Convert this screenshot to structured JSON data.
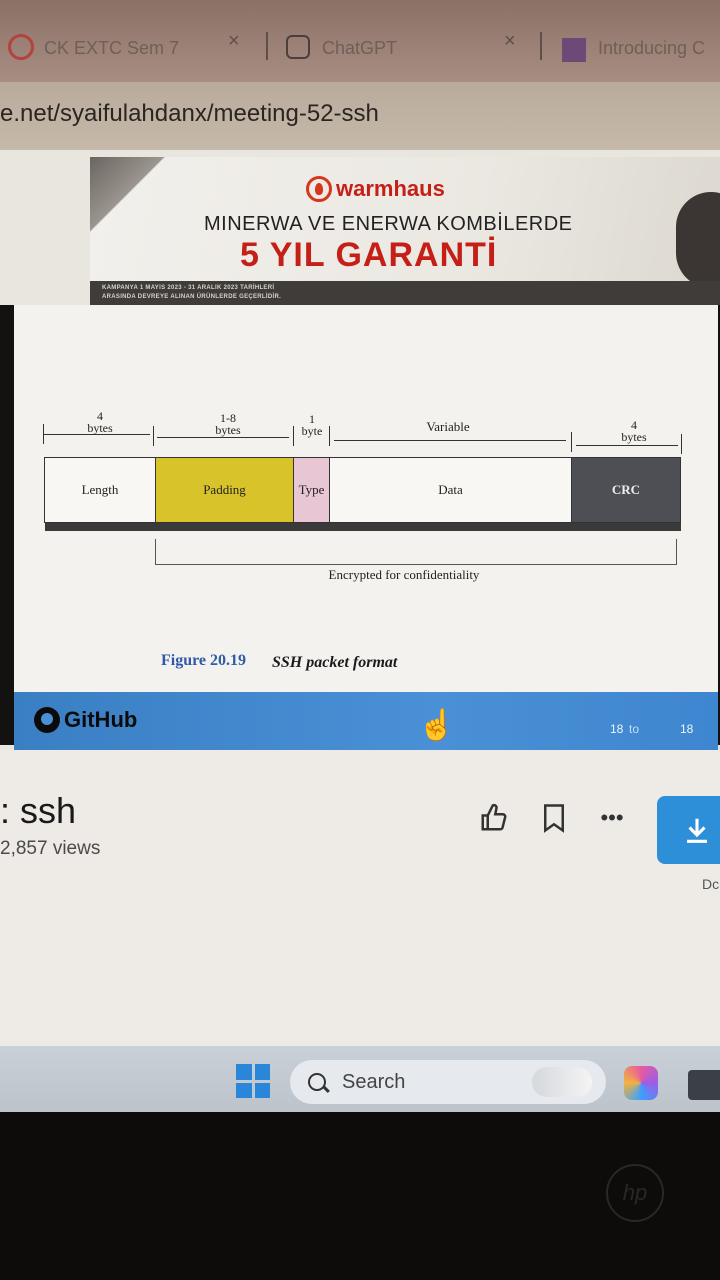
{
  "browser": {
    "tabs": [
      {
        "label": "CK EXTC Sem 7"
      },
      {
        "label": "ChatGPT"
      },
      {
        "label": "Introducing C"
      }
    ],
    "close_glyph": "×",
    "address": "e.net/syaifulahdanx/meeting-52-ssh"
  },
  "ad": {
    "brand": "warmhaus",
    "line1": "MINERWA VE ENERWA KOMBİLERDE",
    "line2": "5 YIL GARANTİ",
    "fine1": "KAMPANYA 1 MAYIS 2023 - 31 ARALIK 2023 TARİHLERİ",
    "fine2": "ARASINDA DEVREYE ALINAN ÜRÜNLERDE GEÇERLİDİR.",
    "brand_color": "#c52018"
  },
  "diagram": {
    "fields": [
      {
        "size_top": "4",
        "size_bottom": "bytes",
        "label": "Length"
      },
      {
        "size_top": "1-8",
        "size_bottom": "bytes",
        "label": "Padding"
      },
      {
        "size_top": "1",
        "size_bottom": "byte",
        "label": "Type"
      },
      {
        "size_top": "",
        "size_bottom": "Variable",
        "label": "Data"
      },
      {
        "size_top": "4",
        "size_bottom": "bytes",
        "label": "CRC"
      }
    ],
    "encrypted_label": "Encrypted for confidentiality",
    "figure_number": "Figure 20.19",
    "figure_title": "SSH packet format",
    "colors": {
      "padding": "#d8c42a",
      "type": "#e8c6d4",
      "crc": "#4e4f54"
    }
  },
  "viewer": {
    "brand": "GitHub",
    "page_current": "18",
    "page_sep": "to",
    "page_total": "18"
  },
  "video": {
    "title": ": ssh",
    "views": "2,857 views",
    "download_label": "Dc"
  },
  "taskbar": {
    "search_placeholder": "Search"
  },
  "icons": [
    "like-icon",
    "bookmark-icon",
    "more-icon",
    "download-icon",
    "windows-start-icon",
    "search-icon",
    "copilot-icon",
    "hand-cursor-icon"
  ]
}
